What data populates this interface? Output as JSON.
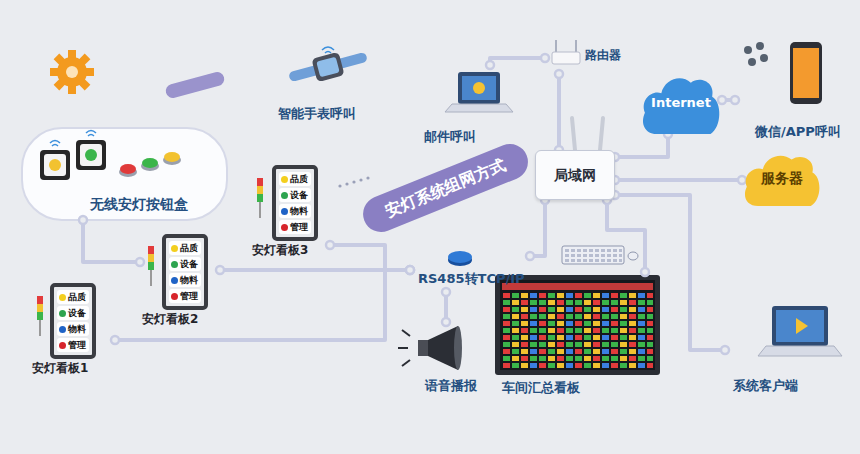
{
  "diagram": {
    "title": "安灯系统组网方式",
    "nodes": [
      {
        "text": [
          "无线安灯按钮盒"
        ]
      },
      {
        "text": [
          "智能手表呼叫"
        ]
      },
      {
        "text": [
          "安灯看板3",
          "品质",
          "设备",
          "物料",
          "管理"
        ]
      },
      {
        "text": [
          "安灯看板2",
          "品质",
          "设备",
          "物料",
          "管理"
        ]
      },
      {
        "text": [
          "安灯看板1",
          "品质",
          "设备",
          "物料",
          "管理"
        ]
      },
      {
        "text": [
          "邮件呼叫"
        ]
      },
      {
        "text": [
          "路由器"
        ]
      },
      {
        "text": [
          "Internet"
        ]
      },
      {
        "text": [
          "微信/APP呼叫"
        ]
      },
      {
        "text": [
          "局域网"
        ]
      },
      {
        "text": [
          "服务器"
        ]
      },
      {
        "text": [
          "RS485转TCP/IP"
        ]
      },
      {
        "text": [
          "车间汇总看板"
        ]
      },
      {
        "text": [
          "语音播报"
        ]
      },
      {
        "text": [
          "系统客户端"
        ]
      }
    ],
    "edges": [
      {
        "from": 0,
        "to": 3,
        "arrow": "none"
      },
      {
        "from": 2,
        "to": 11,
        "arrow": "none"
      },
      {
        "from": 3,
        "to": 11,
        "arrow": "none"
      },
      {
        "from": 4,
        "to": 11,
        "arrow": "none"
      },
      {
        "from": 11,
        "to": 9,
        "arrow": "none"
      },
      {
        "from": 9,
        "to": 12,
        "arrow": "none"
      },
      {
        "from": 9,
        "to": 14,
        "arrow": "none"
      },
      {
        "from": 9,
        "to": 10,
        "arrow": "none"
      },
      {
        "from": 9,
        "to": 7,
        "arrow": "none"
      },
      {
        "from": 9,
        "to": 6,
        "arrow": "none"
      },
      {
        "from": 6,
        "to": 5,
        "arrow": "none"
      },
      {
        "from": 7,
        "to": 8,
        "arrow": "none"
      },
      {
        "from": 11,
        "to": 13,
        "arrow": "none"
      }
    ]
  }
}
